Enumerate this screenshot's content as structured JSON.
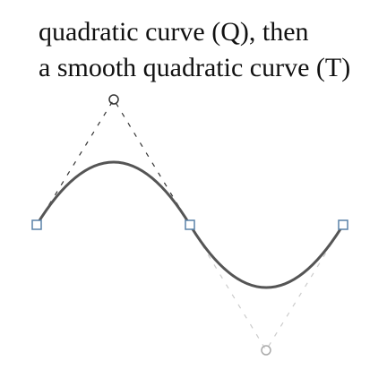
{
  "caption": {
    "line1": "quadratic curve (Q), then",
    "line2": "a smooth quadratic curve (T)"
  },
  "colors": {
    "text": "#111111",
    "curve": "#555555",
    "first_control_lines": "#333333",
    "smooth_control_lines": "#cccccc",
    "endpoints": "#5a82a8",
    "smooth_control_point": "#aaaaaa",
    "background": "#ffffff"
  },
  "markers": {
    "endpoint": "square",
    "control_point": "circle"
  }
}
